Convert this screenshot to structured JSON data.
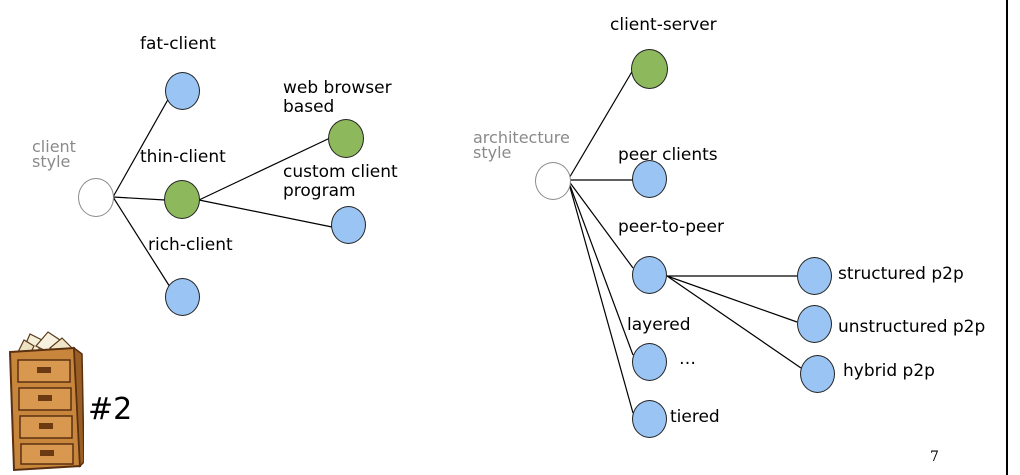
{
  "client_tree": {
    "root": {
      "label_line1": "client",
      "label_line2": "style"
    },
    "fat": "fat-client",
    "thin": "thin-client",
    "rich": "rich-client",
    "web": {
      "line1": "web browser",
      "line2": "based"
    },
    "custom": {
      "line1": "custom client",
      "line2": "program"
    }
  },
  "arch_tree": {
    "root": {
      "label_line1": "architecture",
      "label_line2": "style"
    },
    "client_server": "client-server",
    "peer_clients": "peer clients",
    "p2p": "peer-to-peer",
    "layered": "layered",
    "ellipsis": "…",
    "tiered": "tiered",
    "structured": "structured p2p",
    "unstructured": "unstructured p2p",
    "hybrid": "hybrid p2p"
  },
  "badge": "#2",
  "page_number": "7",
  "colors": {
    "leaf": "#99c4f3",
    "highlight": "#8db95c",
    "root": "#ffffff"
  }
}
